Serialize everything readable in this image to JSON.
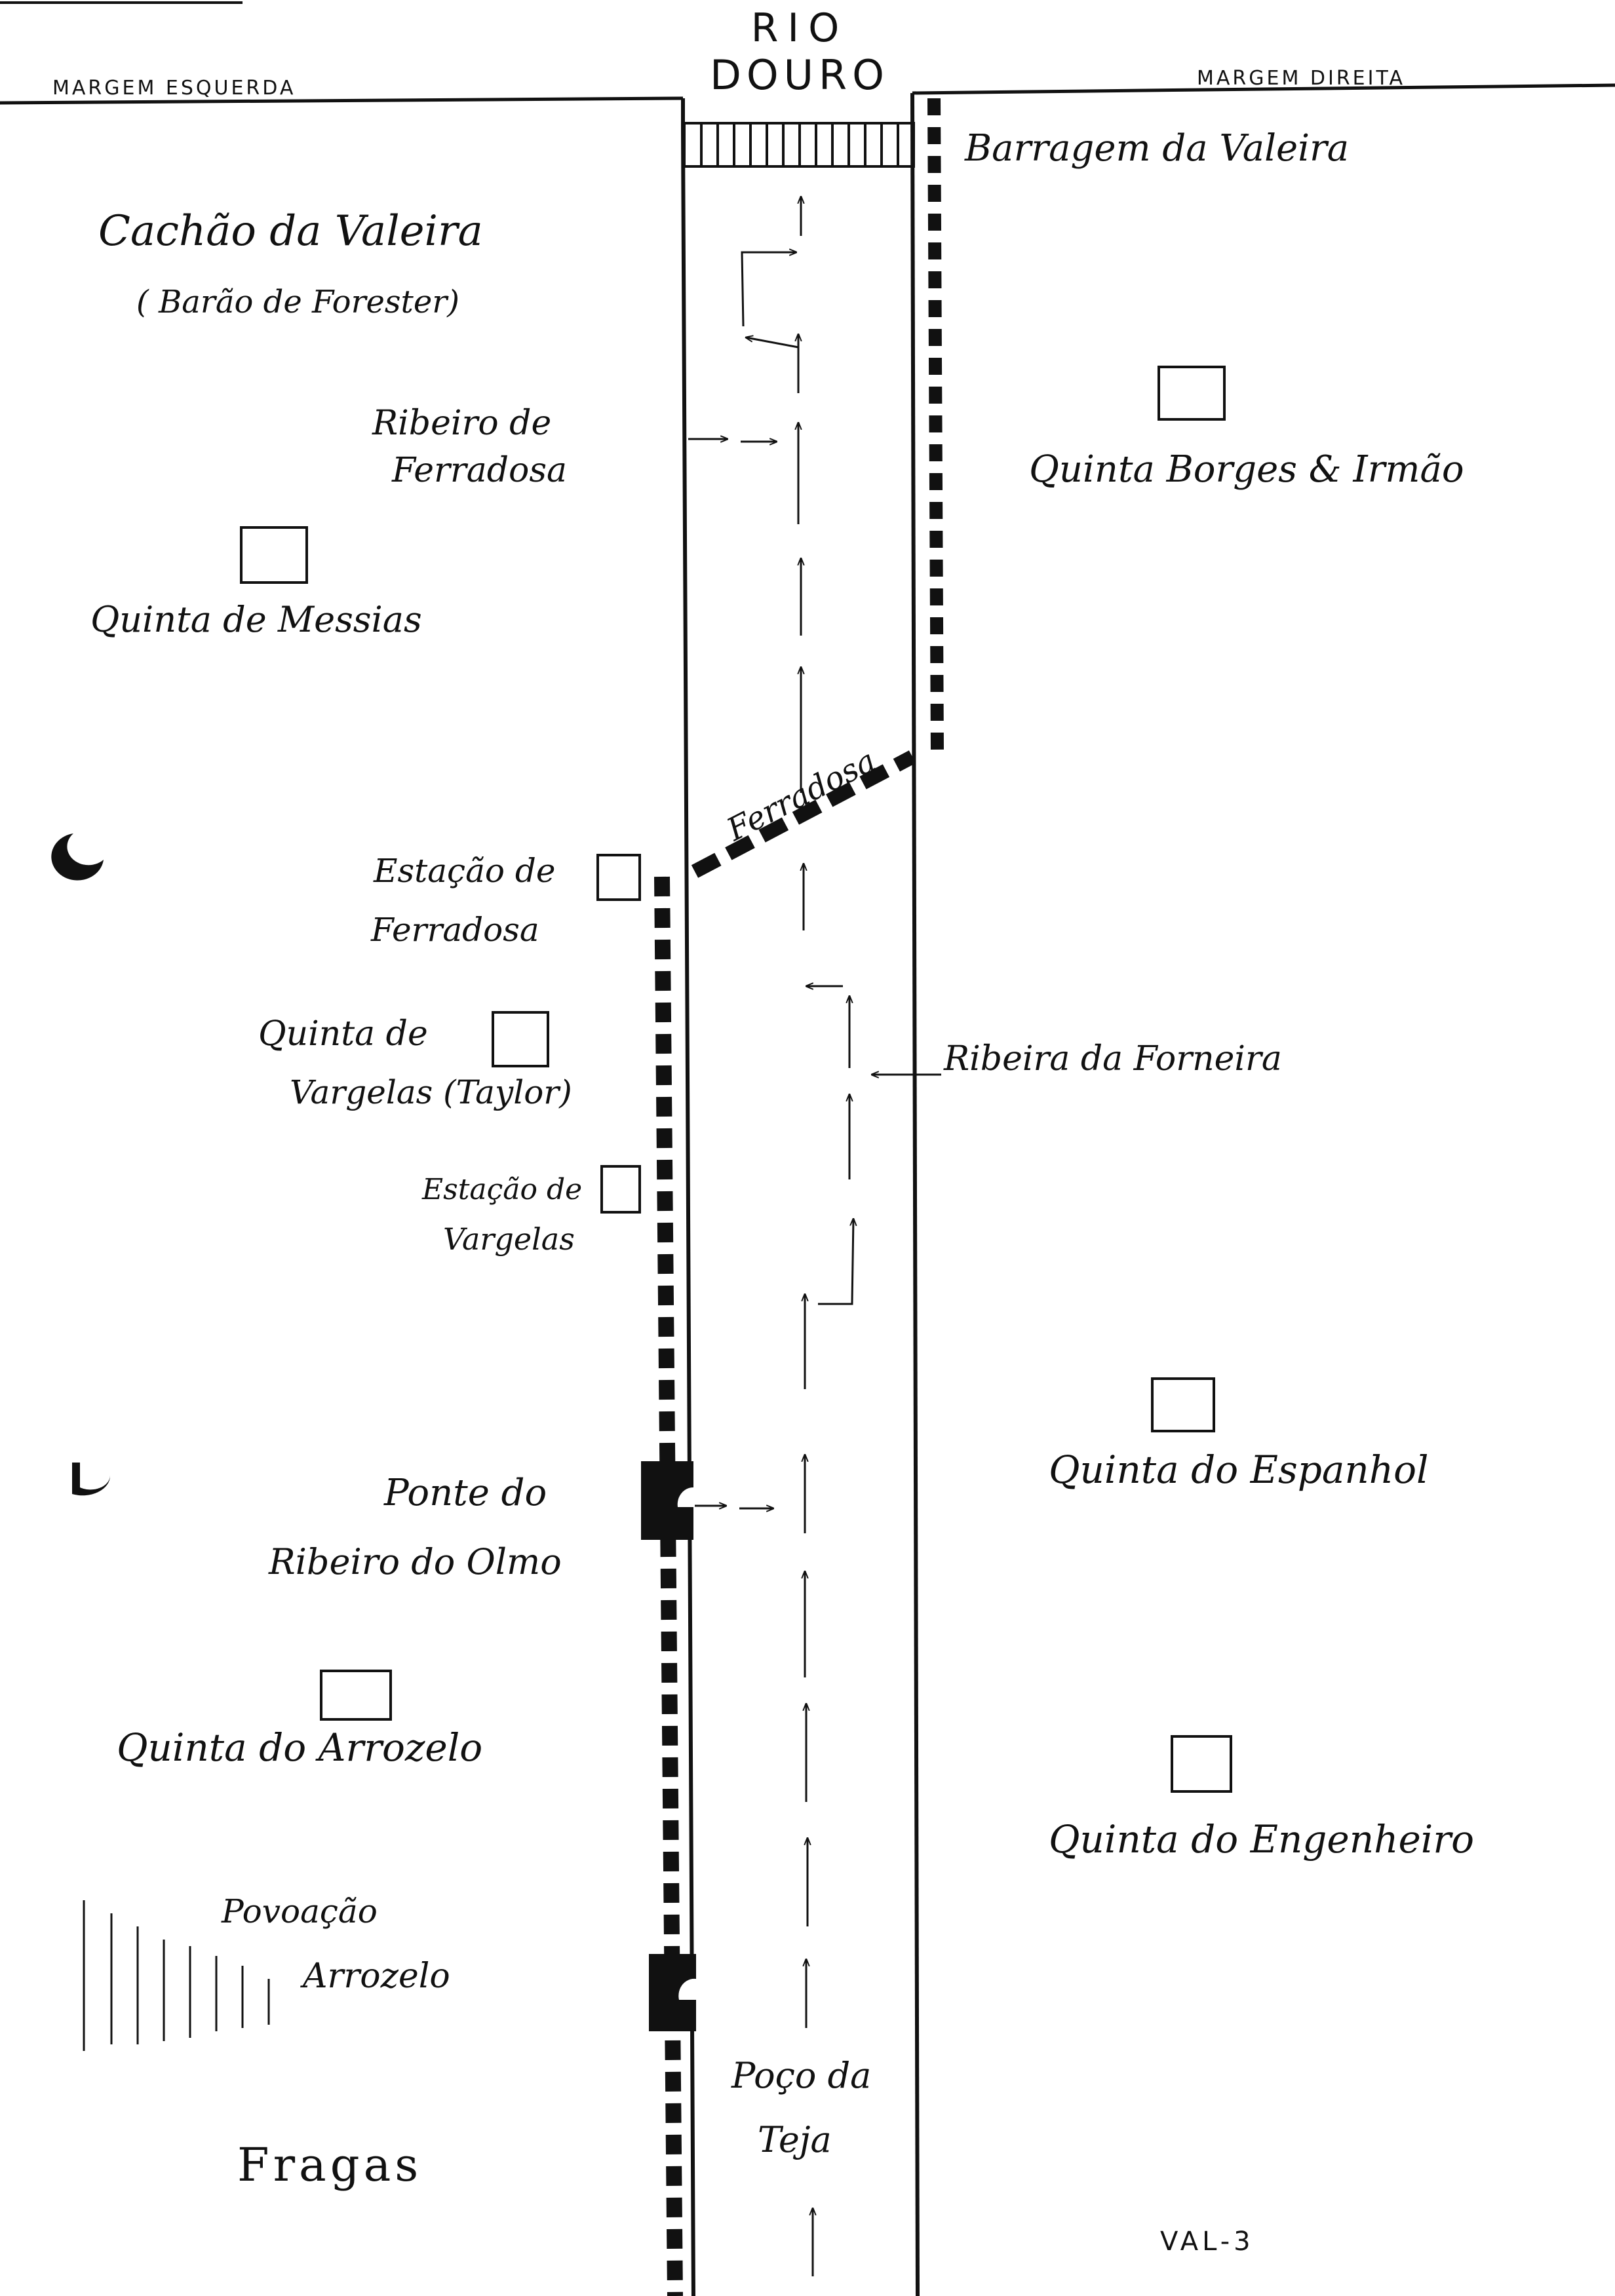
{
  "header": {
    "river_line1": "RIO",
    "river_line2": "DOURO",
    "left_bank": "MARGEM ESQUERDA",
    "right_bank": "MARGEM DIREITA"
  },
  "labels": {
    "barragem": "Barragem da Valeira",
    "cachao_1": "Cachão da Valeira",
    "cachao_2": "( Barão de Forester)",
    "ribeiro_ferradosa_1": "Ribeiro de",
    "ribeiro_ferradosa_2": "Ferradosa",
    "quinta_borges": "Quinta Borges & Irmão",
    "quinta_messias": "Quinta de Messias",
    "ferradosa_bridge": "Ferradosa",
    "estacao_ferradosa_1": "Estação de",
    "estacao_ferradosa_2": "Ferradosa",
    "quinta_vargelas_1": "Quinta de",
    "quinta_vargelas_2": "Vargelas (Taylor)",
    "ribeira_forneira": "Ribeira da Forneira",
    "estacao_vargelas_1": "Estação de",
    "estacao_vargelas_2": "Vargelas",
    "quinta_espanhol": "Quinta do Espanhol",
    "ponte_olmo_1": "Ponte do",
    "ponte_olmo_2": "Ribeiro do Olmo",
    "quinta_arrozelo": "Quinta do Arrozelo",
    "quinta_engenheiro": "Quinta do Engenheiro",
    "povoacao_1": "Povoação",
    "povoacao_2": "Arrozelo",
    "poco_1": "Poço da",
    "poco_2": "Teja",
    "fragas": "Fragas"
  },
  "code": "VAL-3",
  "colors": {
    "ink": "#111111",
    "paper": "#ffffff"
  },
  "icons": [
    "crescent-moon-icon",
    "building-square-icon",
    "tunnel-arch-icon",
    "flow-arrow-icon"
  ]
}
